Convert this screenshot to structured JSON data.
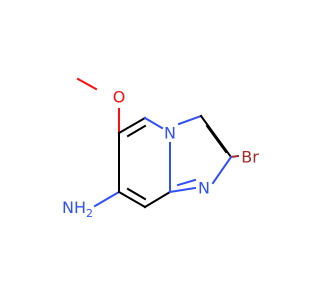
{
  "molecule": {
    "atoms": {
      "oxygen": {
        "label": "O",
        "color": "#ff0d0d"
      },
      "ring_nitrogen": {
        "label": "N",
        "color": "#3050f8"
      },
      "imine_nitrogen": {
        "label": "N",
        "color": "#3050f8"
      },
      "bromine": {
        "label": "Br",
        "color": "#a62929"
      },
      "amine": {
        "label": "NH",
        "subscript": "2",
        "color": "#3050f8"
      }
    }
  }
}
